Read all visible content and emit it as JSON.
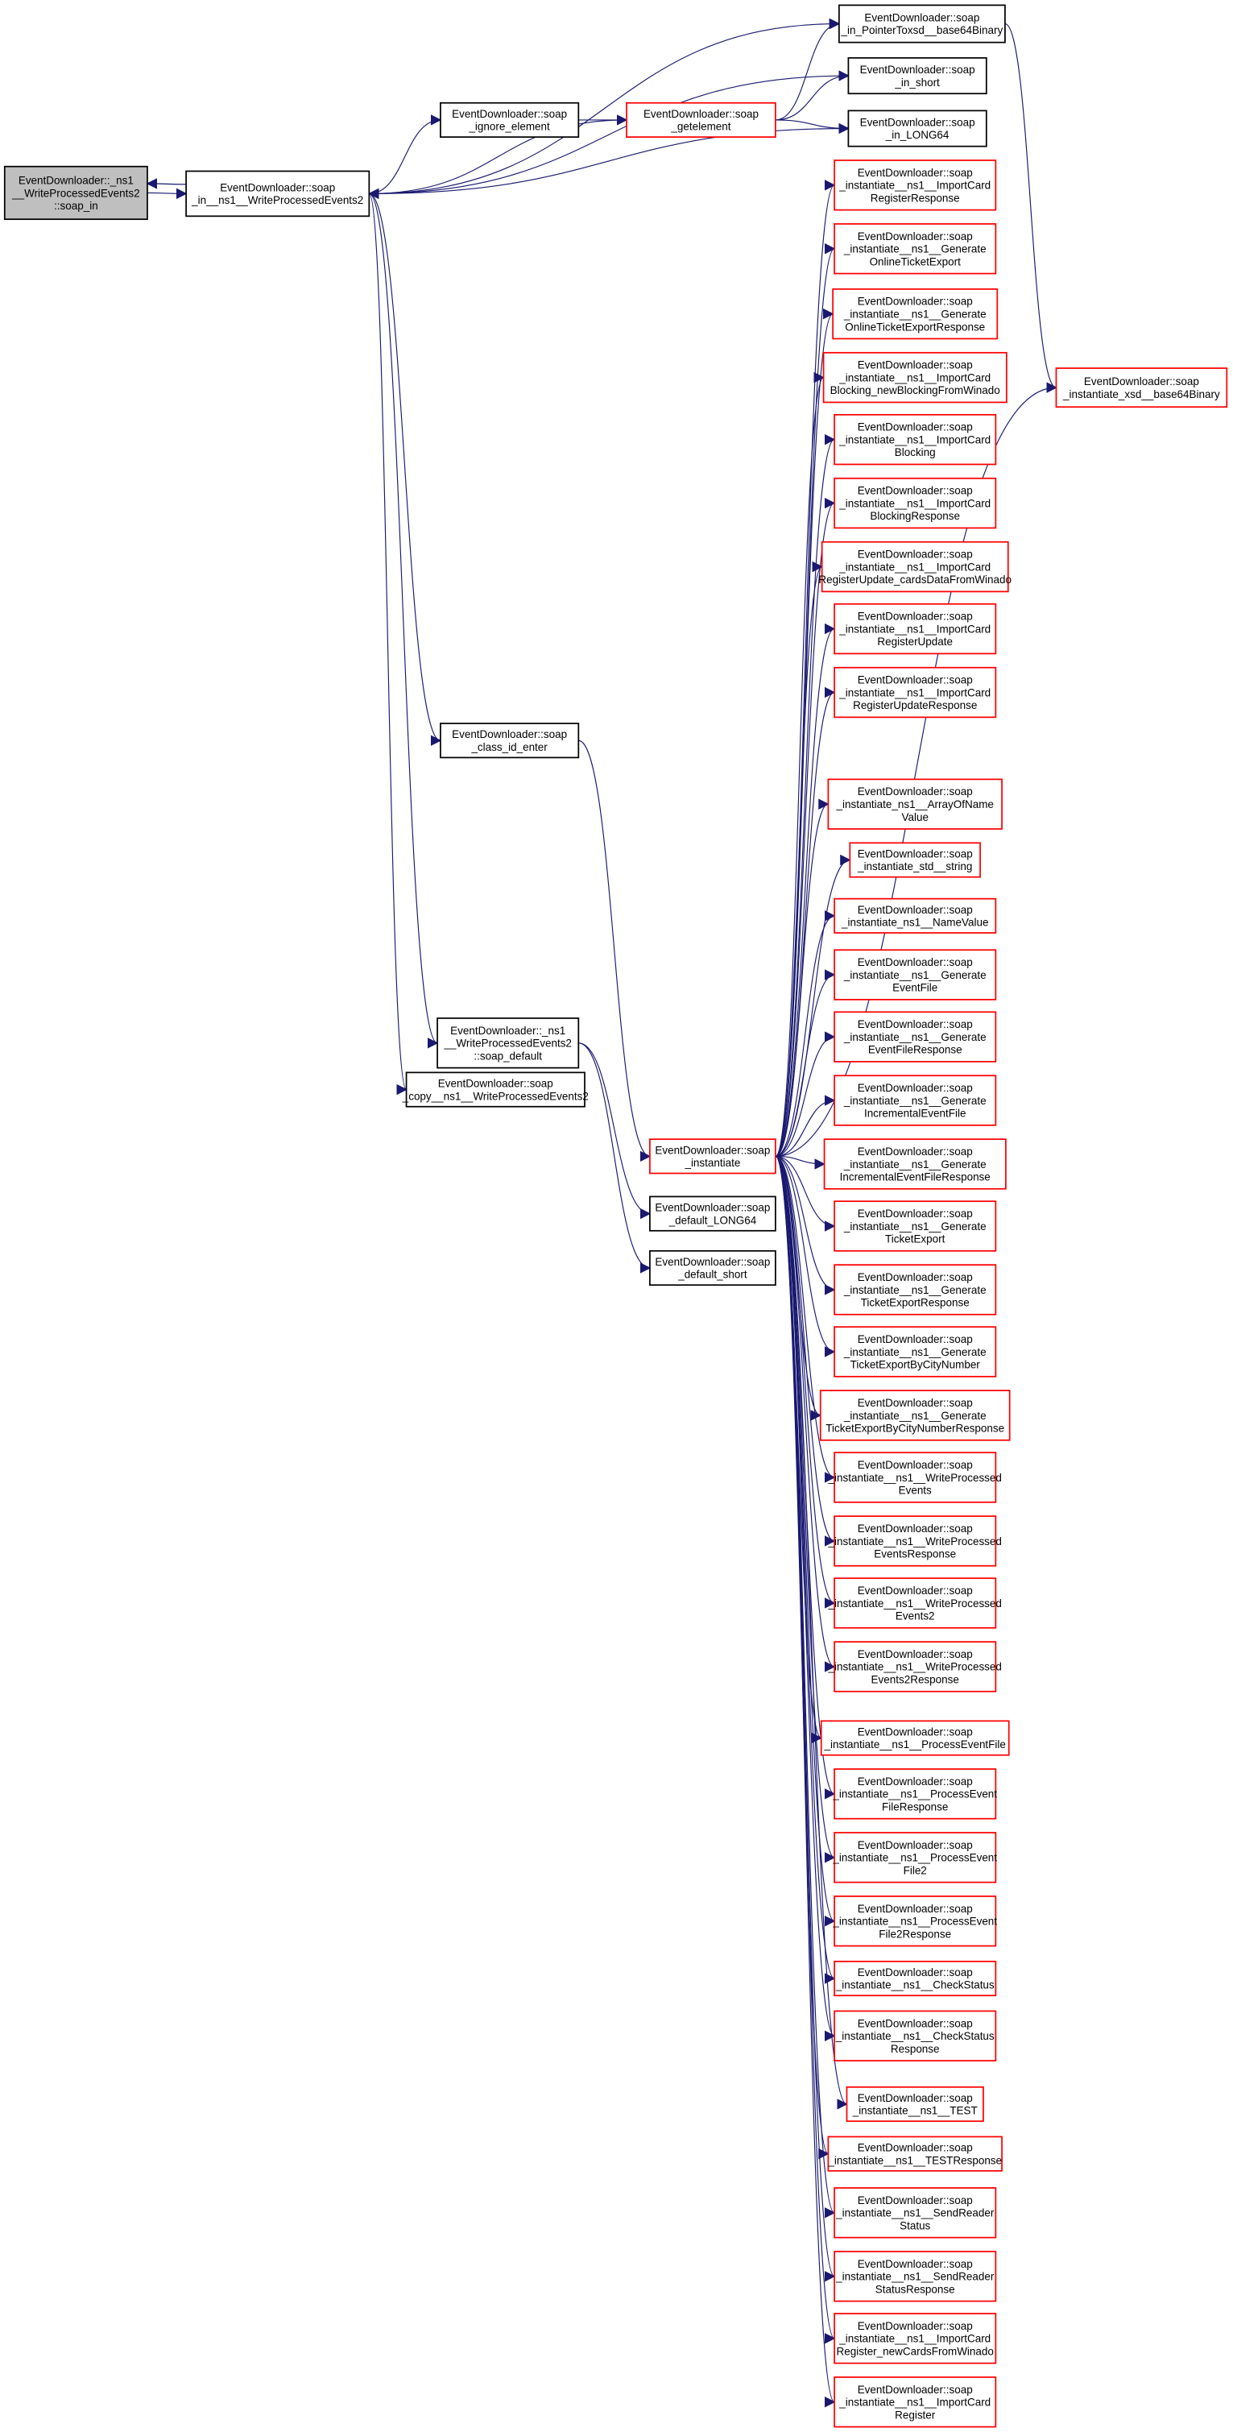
{
  "title": "Call graph of EventDownloader::_ns1__WriteProcessedEvents2::soap_in",
  "colors": {
    "edge": "#191970",
    "root_fill": "#bfbfbf",
    "red_border": "#ff0000",
    "black_border": "#000000"
  },
  "nodes": [
    {
      "id": "root",
      "style": "root",
      "lines": [
        "EventDownloader::_ns1",
        "__WriteProcessedEvents2",
        "::soap_in"
      ]
    },
    {
      "id": "soap_in",
      "style": "black",
      "lines": [
        "EventDownloader::soap",
        "_in__ns1__WriteProcessedEvents2"
      ]
    },
    {
      "id": "ignore",
      "style": "black",
      "lines": [
        "EventDownloader::soap",
        "_ignore_element"
      ]
    },
    {
      "id": "getelement",
      "style": "red",
      "lines": [
        "EventDownloader::soap",
        "_getelement"
      ]
    },
    {
      "id": "in_ptr",
      "style": "black",
      "lines": [
        "EventDownloader::soap",
        "_in_PointerToxsd__base64Binary"
      ]
    },
    {
      "id": "in_short",
      "style": "black",
      "lines": [
        "EventDownloader::soap",
        "_in_short"
      ]
    },
    {
      "id": "in_long",
      "style": "black",
      "lines": [
        "EventDownloader::soap",
        "_in_LONG64"
      ]
    },
    {
      "id": "b64",
      "style": "red",
      "lines": [
        "EventDownloader::soap",
        "_instantiate_xsd__base64Binary"
      ]
    },
    {
      "id": "class_id",
      "style": "black",
      "lines": [
        "EventDownloader::soap",
        "_class_id_enter"
      ]
    },
    {
      "id": "soap_default",
      "style": "black",
      "lines": [
        "EventDownloader::_ns1",
        "__WriteProcessedEvents2",
        "::soap_default"
      ]
    },
    {
      "id": "copy",
      "style": "black",
      "lines": [
        "EventDownloader::soap",
        "_copy__ns1__WriteProcessedEvents2"
      ]
    },
    {
      "id": "instantiate",
      "style": "red",
      "lines": [
        "EventDownloader::soap",
        "_instantiate"
      ]
    },
    {
      "id": "def_long",
      "style": "black",
      "lines": [
        "EventDownloader::soap",
        "_default_LONG64"
      ]
    },
    {
      "id": "def_short",
      "style": "black",
      "lines": [
        "EventDownloader::soap",
        "_default_short"
      ]
    },
    {
      "id": "r1",
      "style": "red",
      "lines": [
        "EventDownloader::soap",
        "_instantiate__ns1__ImportCard",
        "RegisterResponse"
      ]
    },
    {
      "id": "r2",
      "style": "red",
      "lines": [
        "EventDownloader::soap",
        "_instantiate__ns1__Generate",
        "OnlineTicketExport"
      ]
    },
    {
      "id": "r3",
      "style": "red",
      "lines": [
        "EventDownloader::soap",
        "_instantiate__ns1__Generate",
        "OnlineTicketExportResponse"
      ]
    },
    {
      "id": "r4",
      "style": "red",
      "lines": [
        "EventDownloader::soap",
        "_instantiate__ns1__ImportCard",
        "Blocking_newBlockingFromWinado"
      ]
    },
    {
      "id": "r5",
      "style": "red",
      "lines": [
        "EventDownloader::soap",
        "_instantiate__ns1__ImportCard",
        "Blocking"
      ]
    },
    {
      "id": "r6",
      "style": "red",
      "lines": [
        "EventDownloader::soap",
        "_instantiate__ns1__ImportCard",
        "BlockingResponse"
      ]
    },
    {
      "id": "r7",
      "style": "red",
      "lines": [
        "EventDownloader::soap",
        "_instantiate__ns1__ImportCard",
        "RegisterUpdate_cardsDataFromWinado"
      ]
    },
    {
      "id": "r8",
      "style": "red",
      "lines": [
        "EventDownloader::soap",
        "_instantiate__ns1__ImportCard",
        "RegisterUpdate"
      ]
    },
    {
      "id": "r9",
      "style": "red",
      "lines": [
        "EventDownloader::soap",
        "_instantiate__ns1__ImportCard",
        "RegisterUpdateResponse"
      ]
    },
    {
      "id": "r10",
      "style": "red",
      "lines": [
        "EventDownloader::soap",
        "_instantiate_ns1__ArrayOfName",
        "Value"
      ]
    },
    {
      "id": "r11",
      "style": "red",
      "lines": [
        "EventDownloader::soap",
        "_instantiate_std__string"
      ]
    },
    {
      "id": "r12",
      "style": "red",
      "lines": [
        "EventDownloader::soap",
        "_instantiate_ns1__NameValue"
      ]
    },
    {
      "id": "r13",
      "style": "red",
      "lines": [
        "EventDownloader::soap",
        "_instantiate__ns1__Generate",
        "EventFile"
      ]
    },
    {
      "id": "r14",
      "style": "red",
      "lines": [
        "EventDownloader::soap",
        "_instantiate__ns1__Generate",
        "EventFileResponse"
      ]
    },
    {
      "id": "r15",
      "style": "red",
      "lines": [
        "EventDownloader::soap",
        "_instantiate__ns1__Generate",
        "IncrementalEventFile"
      ]
    },
    {
      "id": "r16",
      "style": "red",
      "lines": [
        "EventDownloader::soap",
        "_instantiate__ns1__Generate",
        "IncrementalEventFileResponse"
      ]
    },
    {
      "id": "r17",
      "style": "red",
      "lines": [
        "EventDownloader::soap",
        "_instantiate__ns1__Generate",
        "TicketExport"
      ]
    },
    {
      "id": "r18",
      "style": "red",
      "lines": [
        "EventDownloader::soap",
        "_instantiate__ns1__Generate",
        "TicketExportResponse"
      ]
    },
    {
      "id": "r19",
      "style": "red",
      "lines": [
        "EventDownloader::soap",
        "_instantiate__ns1__Generate",
        "TicketExportByCityNumber"
      ]
    },
    {
      "id": "r20",
      "style": "red",
      "lines": [
        "EventDownloader::soap",
        "_instantiate__ns1__Generate",
        "TicketExportByCityNumberResponse"
      ]
    },
    {
      "id": "r21",
      "style": "red",
      "lines": [
        "EventDownloader::soap",
        "_instantiate__ns1__WriteProcessed",
        "Events"
      ]
    },
    {
      "id": "r22",
      "style": "red",
      "lines": [
        "EventDownloader::soap",
        "_instantiate__ns1__WriteProcessed",
        "EventsResponse"
      ]
    },
    {
      "id": "r23",
      "style": "red",
      "lines": [
        "EventDownloader::soap",
        "_instantiate__ns1__WriteProcessed",
        "Events2"
      ]
    },
    {
      "id": "r24",
      "style": "red",
      "lines": [
        "EventDownloader::soap",
        "_instantiate__ns1__WriteProcessed",
        "Events2Response"
      ]
    },
    {
      "id": "r25",
      "style": "red",
      "lines": [
        "EventDownloader::soap",
        "_instantiate__ns1__ProcessEventFile"
      ]
    },
    {
      "id": "r26",
      "style": "red",
      "lines": [
        "EventDownloader::soap",
        "_instantiate__ns1__ProcessEvent",
        "FileResponse"
      ]
    },
    {
      "id": "r27",
      "style": "red",
      "lines": [
        "EventDownloader::soap",
        "_instantiate__ns1__ProcessEvent",
        "File2"
      ]
    },
    {
      "id": "r28",
      "style": "red",
      "lines": [
        "EventDownloader::soap",
        "_instantiate__ns1__ProcessEvent",
        "File2Response"
      ]
    },
    {
      "id": "r29",
      "style": "red",
      "lines": [
        "EventDownloader::soap",
        "_instantiate__ns1__CheckStatus"
      ]
    },
    {
      "id": "r30",
      "style": "red",
      "lines": [
        "EventDownloader::soap",
        "_instantiate__ns1__CheckStatus",
        "Response"
      ]
    },
    {
      "id": "r31",
      "style": "red",
      "lines": [
        "EventDownloader::soap",
        "_instantiate__ns1__TEST"
      ]
    },
    {
      "id": "r32",
      "style": "red",
      "lines": [
        "EventDownloader::soap",
        "_instantiate__ns1__TESTResponse"
      ]
    },
    {
      "id": "r33",
      "style": "red",
      "lines": [
        "EventDownloader::soap",
        "_instantiate__ns1__SendReader",
        "Status"
      ]
    },
    {
      "id": "r34",
      "style": "red",
      "lines": [
        "EventDownloader::soap",
        "_instantiate__ns1__SendReader",
        "StatusResponse"
      ]
    },
    {
      "id": "r35",
      "style": "red",
      "lines": [
        "EventDownloader::soap",
        "_instantiate__ns1__ImportCard",
        "Register_newCardsFromWinado"
      ]
    },
    {
      "id": "r36",
      "style": "red",
      "lines": [
        "EventDownloader::soap",
        "_instantiate__ns1__ImportCard",
        "Register"
      ]
    }
  ],
  "edges": [
    [
      "soap_in",
      "root"
    ],
    [
      "root",
      "soap_in"
    ],
    [
      "soap_in",
      "in_ptr"
    ],
    [
      "soap_in",
      "in_short"
    ],
    [
      "soap_in",
      "in_long"
    ],
    [
      "soap_in",
      "ignore"
    ],
    [
      "ignore",
      "getelement"
    ],
    [
      "getelement",
      "soap_in"
    ],
    [
      "getelement",
      "in_ptr"
    ],
    [
      "getelement",
      "in_short"
    ],
    [
      "getelement",
      "in_long"
    ],
    [
      "in_ptr",
      "b64"
    ],
    [
      "soap_in",
      "class_id"
    ],
    [
      "soap_in",
      "soap_default"
    ],
    [
      "soap_in",
      "copy"
    ],
    [
      "class_id",
      "instantiate"
    ],
    [
      "soap_default",
      "def_long"
    ],
    [
      "soap_default",
      "def_short"
    ],
    [
      "instantiate",
      "b64"
    ],
    [
      "instantiate",
      "r1"
    ],
    [
      "instantiate",
      "r2"
    ],
    [
      "instantiate",
      "r3"
    ],
    [
      "instantiate",
      "r4"
    ],
    [
      "instantiate",
      "r5"
    ],
    [
      "instantiate",
      "r6"
    ],
    [
      "instantiate",
      "r7"
    ],
    [
      "instantiate",
      "r8"
    ],
    [
      "instantiate",
      "r9"
    ],
    [
      "instantiate",
      "r10"
    ],
    [
      "instantiate",
      "r11"
    ],
    [
      "instantiate",
      "r12"
    ],
    [
      "instantiate",
      "r13"
    ],
    [
      "instantiate",
      "r14"
    ],
    [
      "instantiate",
      "r15"
    ],
    [
      "instantiate",
      "r16"
    ],
    [
      "instantiate",
      "r17"
    ],
    [
      "instantiate",
      "r18"
    ],
    [
      "instantiate",
      "r19"
    ],
    [
      "instantiate",
      "r20"
    ],
    [
      "instantiate",
      "r21"
    ],
    [
      "instantiate",
      "r22"
    ],
    [
      "instantiate",
      "r23"
    ],
    [
      "instantiate",
      "r24"
    ],
    [
      "instantiate",
      "r25"
    ],
    [
      "instantiate",
      "r26"
    ],
    [
      "instantiate",
      "r27"
    ],
    [
      "instantiate",
      "r28"
    ],
    [
      "instantiate",
      "r29"
    ],
    [
      "instantiate",
      "r30"
    ],
    [
      "instantiate",
      "r31"
    ],
    [
      "instantiate",
      "r32"
    ],
    [
      "instantiate",
      "r33"
    ],
    [
      "instantiate",
      "r34"
    ],
    [
      "instantiate",
      "r35"
    ],
    [
      "instantiate",
      "r36"
    ]
  ]
}
